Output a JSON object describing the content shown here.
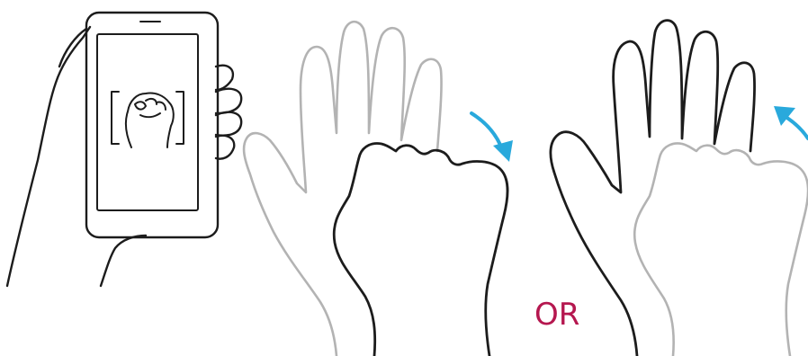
{
  "separator_label": "OR",
  "colors": {
    "outline_dark": "#1c1c1c",
    "outline_light": "#b3b3b3",
    "arrow": "#29a9dc",
    "separator": "#b5174f",
    "phone_screen_stroke": "#1c1c1c"
  },
  "illustrations": [
    {
      "name": "hand-holding-phone",
      "shows": "fist-gesture-on-screen"
    },
    {
      "name": "open-palm-to-fist",
      "arrow_icon": "curved-arrow-down-icon"
    },
    {
      "name": "fist-to-open-palm",
      "arrow_icon": "curved-arrow-up-icon"
    }
  ]
}
